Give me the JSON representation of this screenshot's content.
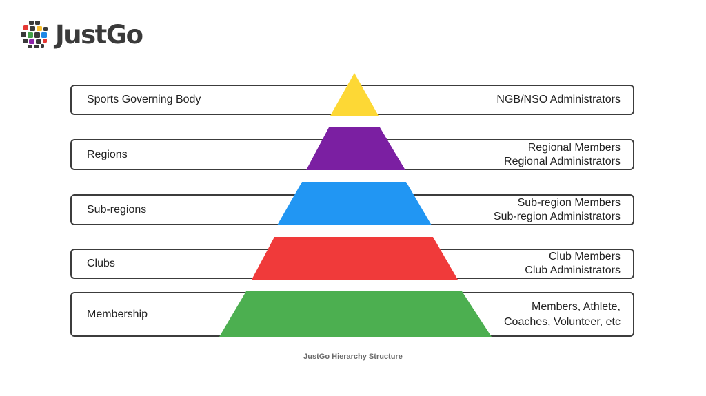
{
  "brand": {
    "name": "JustGo"
  },
  "levels": [
    {
      "left": "Sports Governing Body",
      "right": [
        "NGB/NSO Administrators"
      ],
      "color": "#fdd835"
    },
    {
      "left": "Regions",
      "right": [
        "Regional Members",
        "Regional Administrators"
      ],
      "color": "#7b1fa2"
    },
    {
      "left": "Sub-regions",
      "right": [
        "Sub-region Members",
        "Sub-region Administrators"
      ],
      "color": "#2196f3"
    },
    {
      "left": "Clubs",
      "right": [
        "Club Members",
        "Club Administrators"
      ],
      "color": "#f03a3a"
    },
    {
      "left": "Membership",
      "right": [
        "Members, Athlete,",
        "Coaches, Volunteer, etc"
      ],
      "color": "#4caf50"
    }
  ],
  "caption": "JustGo Hierarchy Structure"
}
